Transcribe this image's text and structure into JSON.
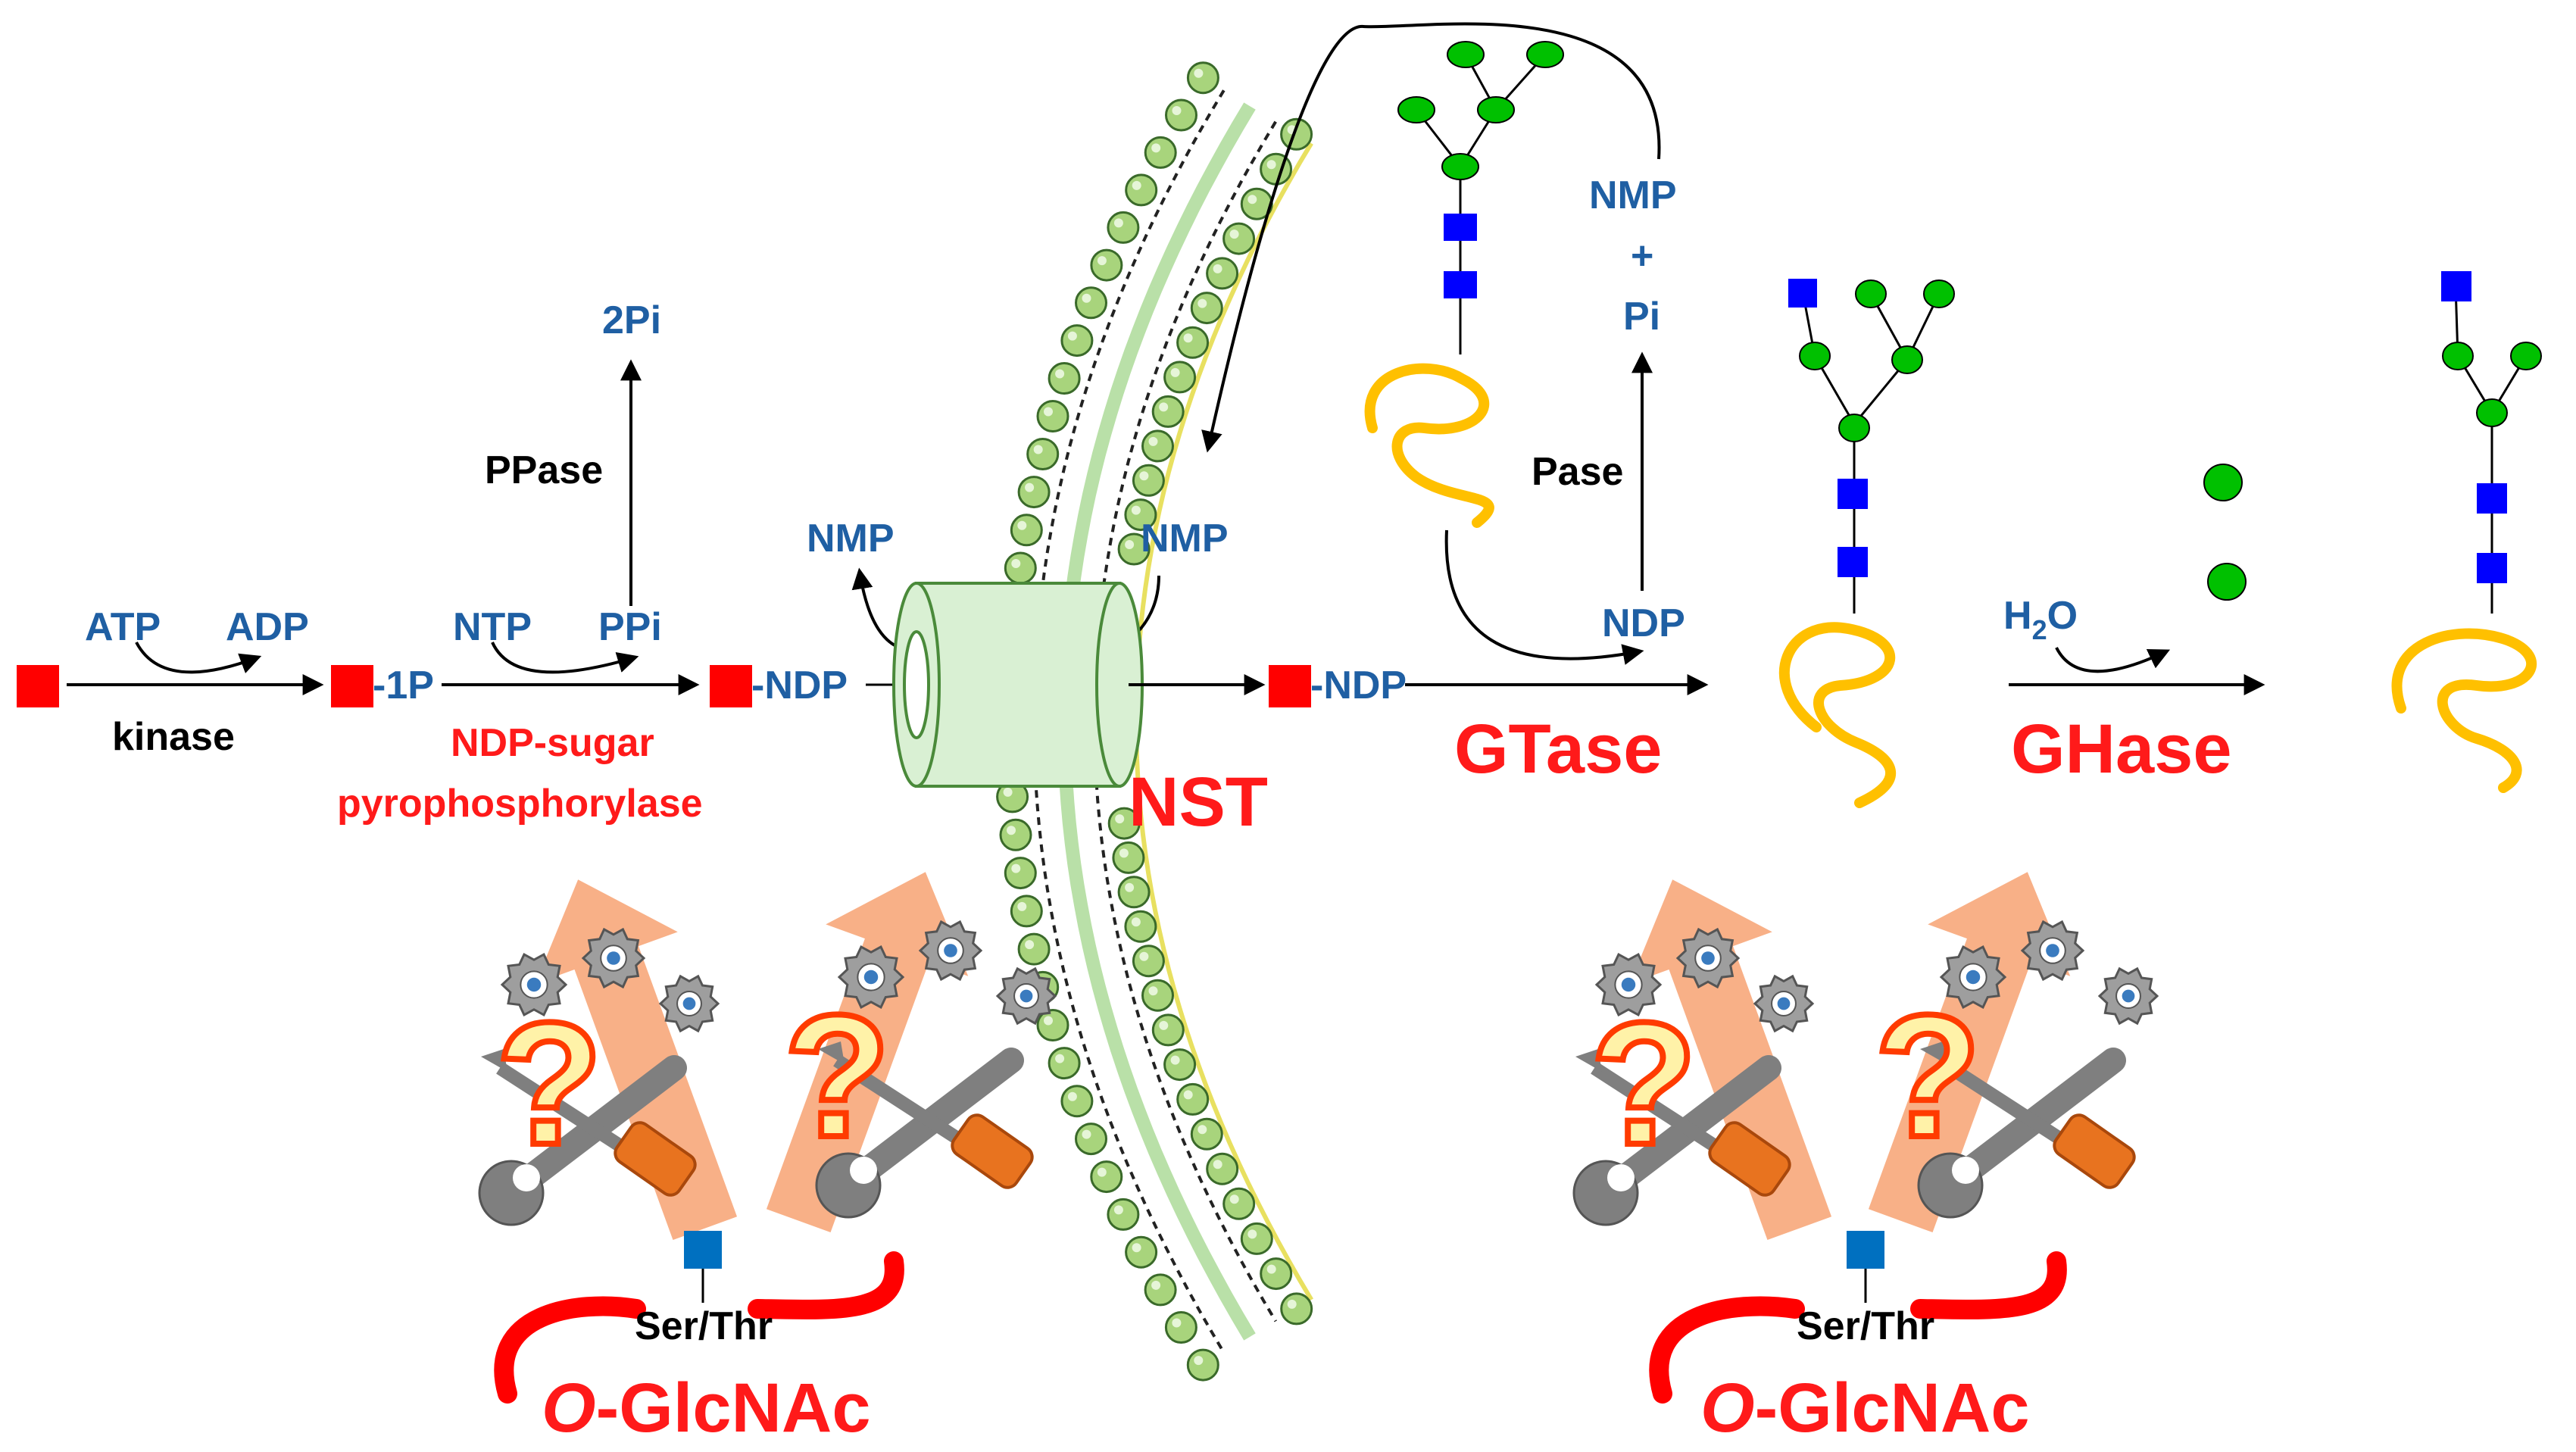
{
  "colors": {
    "sugar_red": "#ff0000",
    "label_blue": "#1f5fa3",
    "enzyme_red": "#ff1a1a",
    "glcnac_blue": "#0000ff",
    "mannose_green": "#00b000",
    "peptide_yellow": "#ffc000",
    "membrane_green": "#a8d47c",
    "transporter_fill": "#d9f0d3",
    "ogl_blue": "#0070c0",
    "arrow_orange": "#f7a77a"
  },
  "labels": {
    "atp": "ATP",
    "adp": "ADP",
    "kinase": "kinase",
    "one_p": "-1P",
    "ntp": "NTP",
    "ppi": "PPi",
    "ppase": "PPase",
    "two_pi": "2Pi",
    "ndp_sugar_1": "NDP-sugar",
    "ndp_sugar_2": "pyrophosphorylase",
    "ndp_left": "-NDP",
    "nmp_left": "NMP",
    "nmp_right": "NMP",
    "nst": "NST",
    "ndp_right": "-NDP",
    "gtase": "GTase",
    "nmp_top": "NMP",
    "plus": "+",
    "pi": "Pi",
    "pase": "Pase",
    "ndp_product": "NDP",
    "h2o_h": "H",
    "h2o_sub": "2",
    "h2o_o": "O",
    "ghase": "GHase",
    "question": "?",
    "ser_thr": "Ser/Thr",
    "o_glcnac_o": "O",
    "o_glcnac_rest": "-GlcNAc"
  },
  "icons": [
    "gear-icon",
    "wrench-icon",
    "screwdriver-icon",
    "question-mark-icon",
    "upward-arrow-icon"
  ]
}
